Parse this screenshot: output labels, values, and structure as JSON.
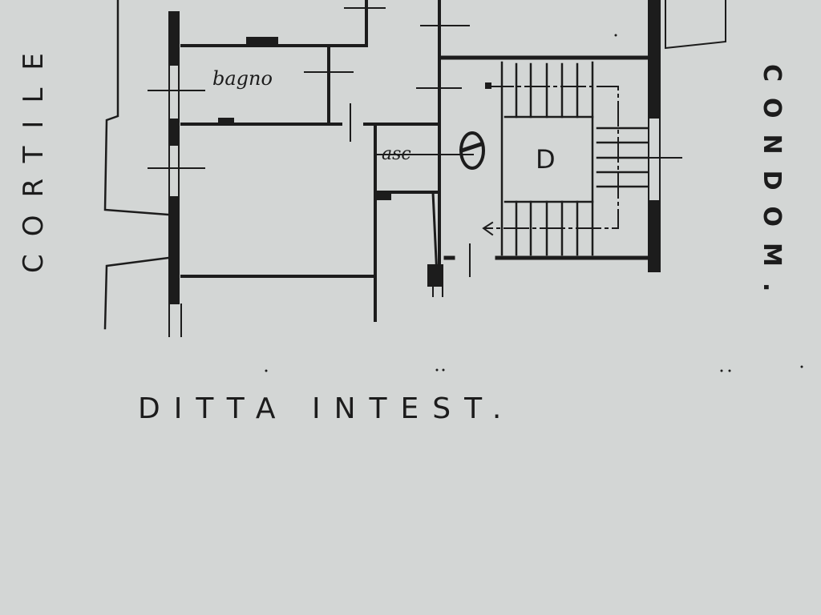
{
  "plan": {
    "side_labels": {
      "left": "CORTILE",
      "right": "CONDOM.",
      "bottom": "DITTA INTEST."
    },
    "room_labels": {
      "bathroom": "bagno",
      "elevator": "asc",
      "stair": "D"
    },
    "colors": {
      "paper": "#d3d6d5",
      "ink": "#1c1c1c"
    }
  }
}
